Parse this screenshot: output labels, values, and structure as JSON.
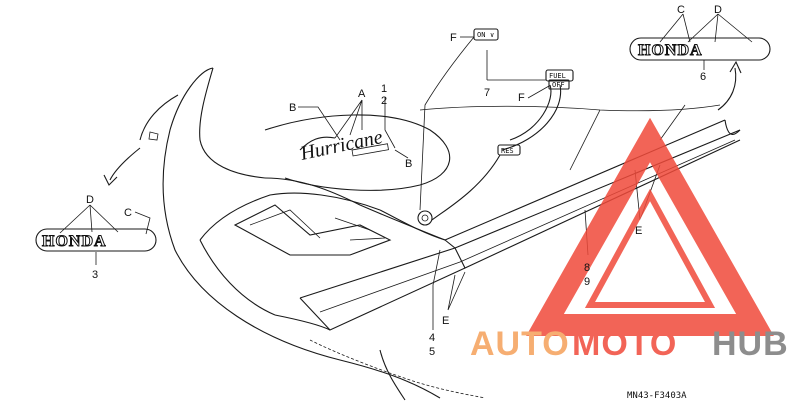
{
  "diagram": {
    "callouts": {
      "n1": "1",
      "n2": "2",
      "n3": "3",
      "n4": "4",
      "n5": "5",
      "n6": "6",
      "n7": "7",
      "n8": "8",
      "n9": "9",
      "A": "A",
      "B1": "B",
      "B2": "B",
      "C1": "C",
      "C2": "C",
      "D1": "D",
      "D2": "D",
      "E1": "E",
      "E2": "E",
      "F1": "F",
      "F2": "F"
    },
    "emblem_left": "HONDA",
    "emblem_right": "HONDA",
    "hurricane_script": "Hurricane",
    "tag_on": "ON",
    "tag_fuel": "FUEL",
    "tag_off": "OFF",
    "tag_res": "RES",
    "part_code": "MN43-F3403A"
  },
  "watermark": {
    "auto": "AUTO",
    "moto": "MOTO",
    "hub": "HUB",
    "colors": {
      "orange": "#f5a15a",
      "red": "#f04a3a",
      "gray": "#7a7a7a"
    }
  }
}
